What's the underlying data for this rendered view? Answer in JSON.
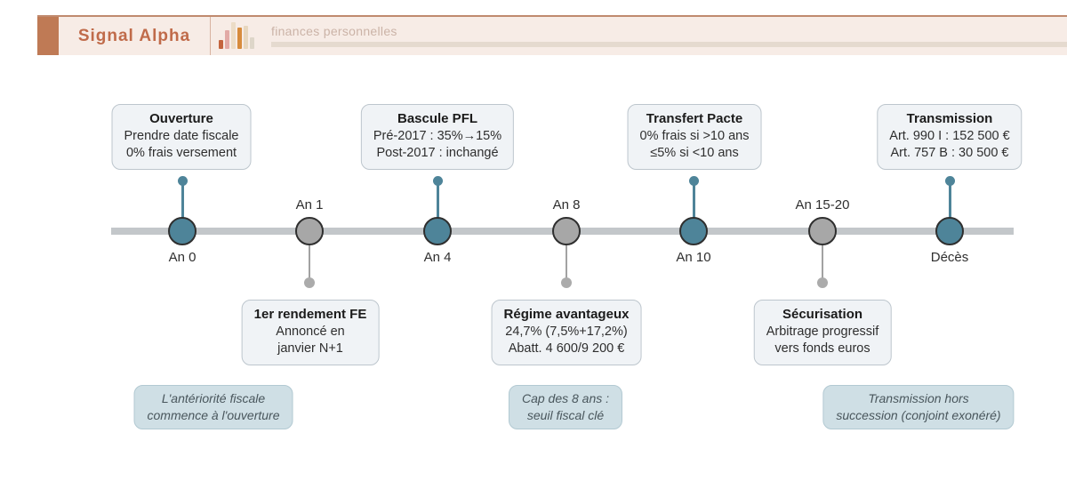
{
  "header": {
    "brand": "Signal Alpha",
    "subtitle": "finances personnelles"
  },
  "colors": {
    "accent_orange": "#bf7a55",
    "brand_text": "#c06b4a",
    "teal_node": "#4e8499",
    "grey_node": "#a7a7a7",
    "axis_grey": "#c3c7ca",
    "event_box_bg": "#f0f3f6",
    "note_box_bg": "#cfdfe5"
  },
  "timeline": {
    "nodes": [
      {
        "label": "An 0",
        "color": "teal",
        "label_side": "below"
      },
      {
        "label": "An 1",
        "color": "grey",
        "label_side": "above"
      },
      {
        "label": "An 4",
        "color": "teal",
        "label_side": "below"
      },
      {
        "label": "An 8",
        "color": "grey",
        "label_side": "above"
      },
      {
        "label": "An 10",
        "color": "teal",
        "label_side": "below"
      },
      {
        "label": "An 15-20",
        "color": "grey",
        "label_side": "above"
      },
      {
        "label": "Décès",
        "color": "teal",
        "label_side": "below"
      }
    ],
    "events_above": [
      {
        "title": "Ouverture",
        "line1": "Prendre date fiscale",
        "line2": "0% frais versement"
      },
      {
        "title": "Bascule PFL",
        "line1": "Pré-2017 : 35%→15%",
        "line2": "Post-2017 : inchangé"
      },
      {
        "title": "Transfert Pacte",
        "line1": "0% frais si >10 ans",
        "line2": "≤5% si <10 ans"
      },
      {
        "title": "Transmission",
        "line1": "Art. 990 I : 152 500 €",
        "line2": "Art. 757 B : 30 500 €"
      }
    ],
    "events_below": [
      {
        "title": "1er rendement FE",
        "line1": "Annoncé en",
        "line2": "janvier N+1"
      },
      {
        "title": "Régime avantageux",
        "line1": "24,7% (7,5%+17,2%)",
        "line2": "Abatt. 4 600/9 200 €"
      },
      {
        "title": "Sécurisation",
        "line1": "Arbitrage progressif",
        "line2": "vers fonds euros"
      }
    ],
    "notes": [
      {
        "line1": "L'antériorité fiscale",
        "line2": "commence à l'ouverture"
      },
      {
        "line1": "Cap des 8 ans :",
        "line2": "seuil fiscal clé"
      },
      {
        "line1": "Transmission hors",
        "line2": "succession (conjoint exonéré)"
      }
    ]
  }
}
